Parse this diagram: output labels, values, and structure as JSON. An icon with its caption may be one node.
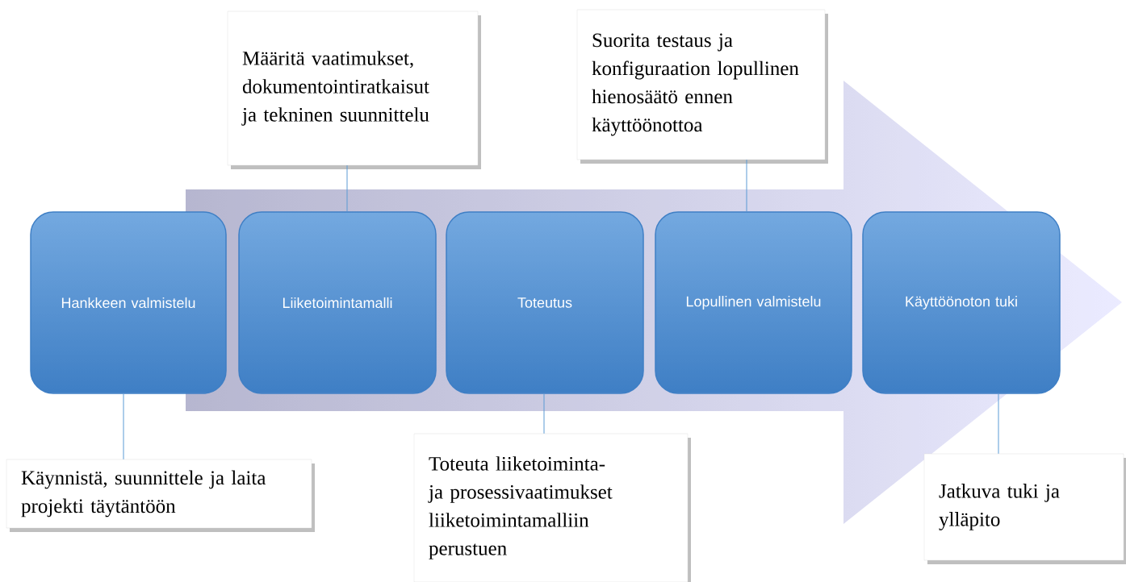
{
  "diagram": {
    "nodes": [
      {
        "text": [
          "Hankkeen valmistelu"
        ]
      },
      {
        "text": [
          "Liiketoimintamalli"
        ]
      },
      {
        "text": [
          "Toteutus"
        ]
      },
      {
        "text": [
          "Lopullinen valmistelu"
        ]
      },
      {
        "text": [
          "Käyttöönoton tuki"
        ]
      },
      {
        "text": [
          "Käynnistä, suunnittele ja laita projekti täytäntöön"
        ]
      },
      {
        "text": [
          "Määritä vaatimukset, dokumentointiratkaisut ja tekninen suunnittelu"
        ]
      },
      {
        "text": [
          "Toteuta liiketoiminta- ja prosessivaatimukset liiketoimintamalliin perustuen"
        ]
      },
      {
        "text": [
          "Suorita testaus ja konfiguraation lopullinen hienosäätö ennen käyttöönottoa"
        ]
      },
      {
        "text": [
          "Jatkuva tuki ja ylläpito"
        ]
      }
    ],
    "edges": [
      {
        "from": 5,
        "to": 0,
        "arrow": "none"
      },
      {
        "from": 6,
        "to": 1,
        "arrow": "none"
      },
      {
        "from": 7,
        "to": 2,
        "arrow": "none"
      },
      {
        "from": 8,
        "to": 3,
        "arrow": "none"
      },
      {
        "from": 9,
        "to": 4,
        "arrow": "none"
      }
    ]
  }
}
